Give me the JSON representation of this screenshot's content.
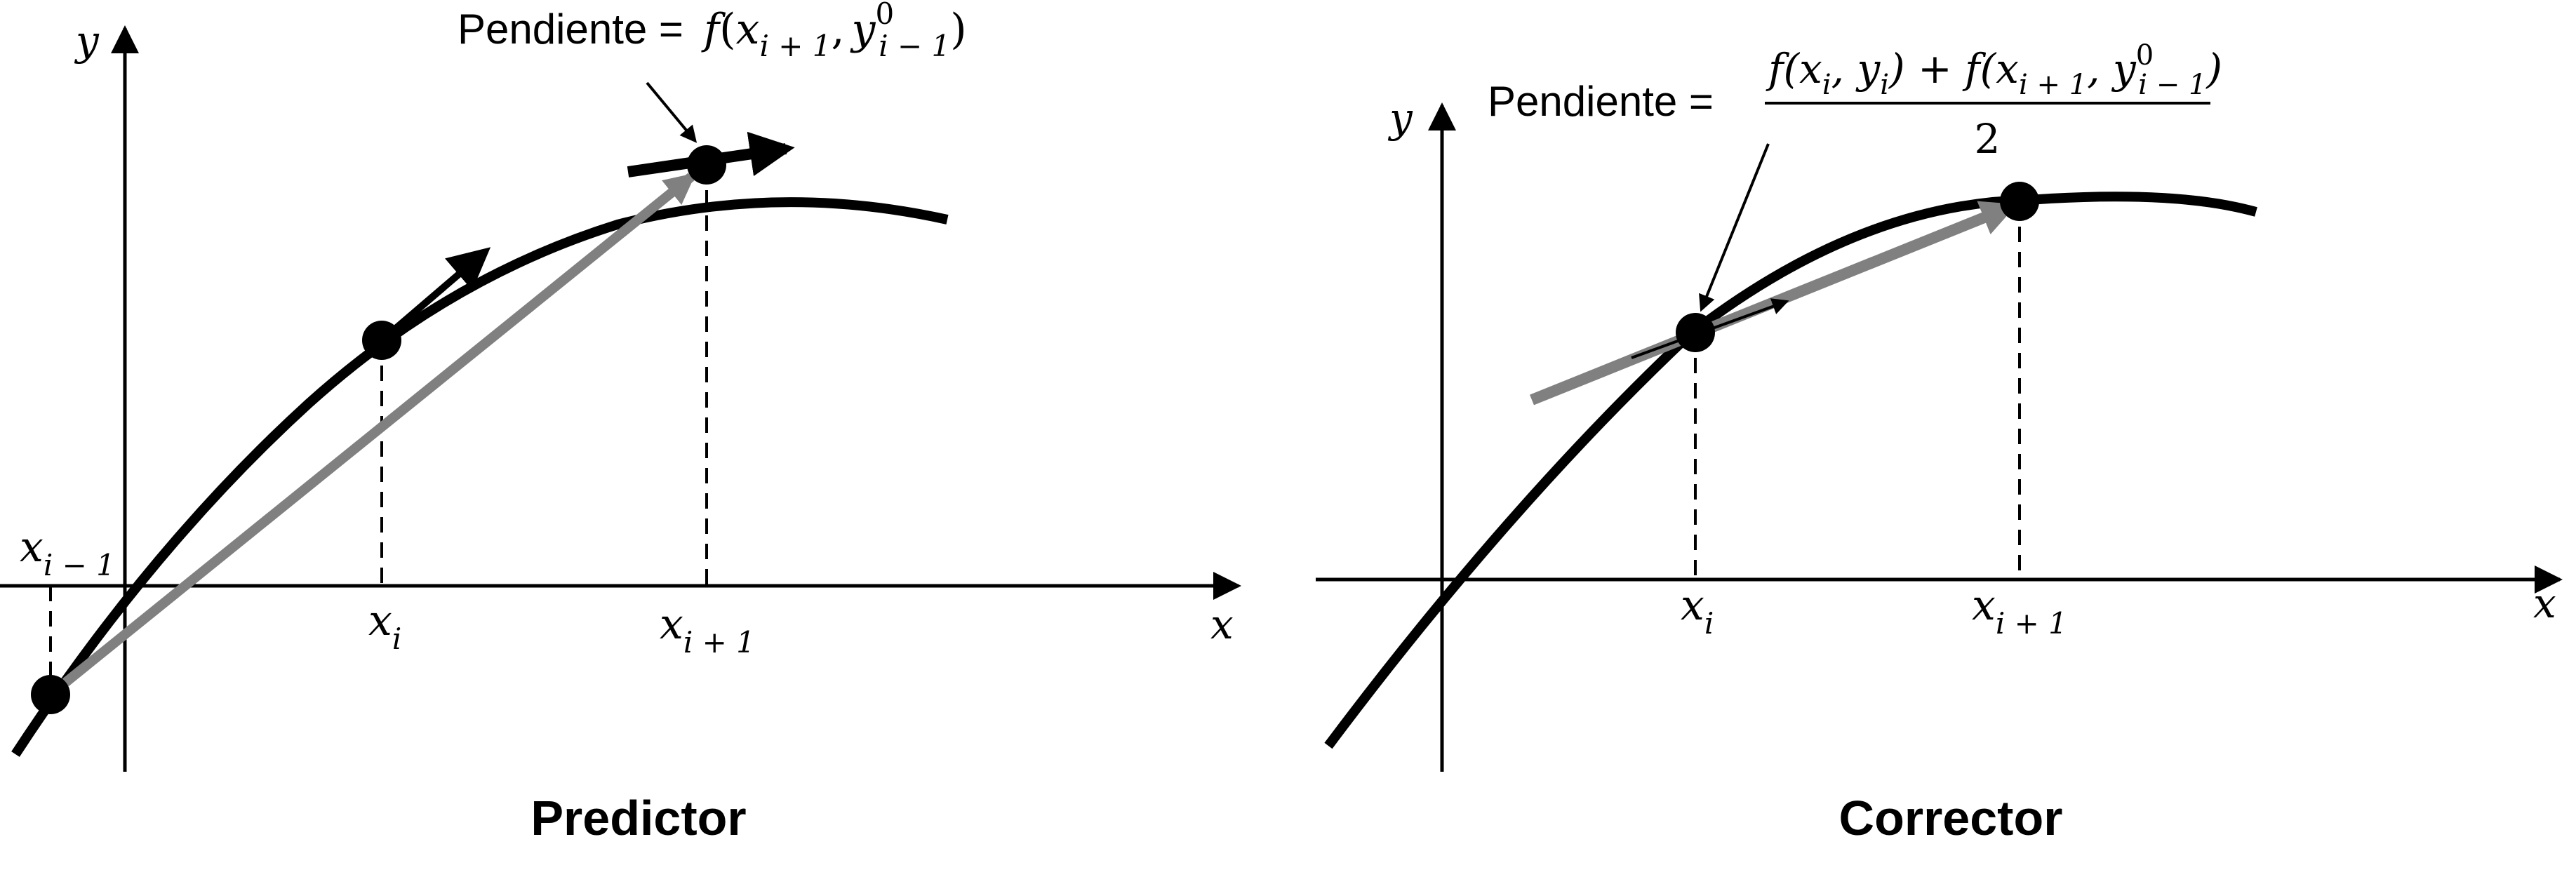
{
  "predictor": {
    "caption": "Predictor",
    "axes": {
      "y_label": "y",
      "x_label": "x"
    },
    "ticks": {
      "x_prev": {
        "base": "x",
        "sub": "i − 1"
      },
      "x_i": {
        "base": "x",
        "sub": "i"
      },
      "x_next": {
        "base": "x",
        "sub": "i + 1"
      }
    },
    "slope_label": {
      "prefix": "Pendiente =",
      "f": "f",
      "open": "(",
      "x": "x",
      "x_sub": "i + 1",
      "comma": ",",
      "y": "y",
      "y_sup": "0",
      "y_sub": "i − 1",
      "close": ")"
    }
  },
  "corrector": {
    "caption": "Corrector",
    "axes": {
      "y_label": "y",
      "x_label": "x"
    },
    "ticks": {
      "x_i": {
        "base": "x",
        "sub": "i"
      },
      "x_next": {
        "base": "x",
        "sub": "i + 1"
      }
    },
    "slope_label": {
      "prefix": "Pendiente =",
      "numerator_left": "f(x",
      "numerator_left_sub": "i",
      "numerator_mid": ", y",
      "numerator_mid_sub": "i",
      "numerator_plus": ") + f(x",
      "numerator_right_sub": "i + 1",
      "numerator_comma": ", y",
      "numerator_sup": "0",
      "numerator_y_sub": "i − 1",
      "numerator_close": ")",
      "denominator": "2"
    }
  },
  "colors": {
    "curve": "#000000",
    "arrow_gray": "#808080",
    "arrow_black": "#000000"
  }
}
